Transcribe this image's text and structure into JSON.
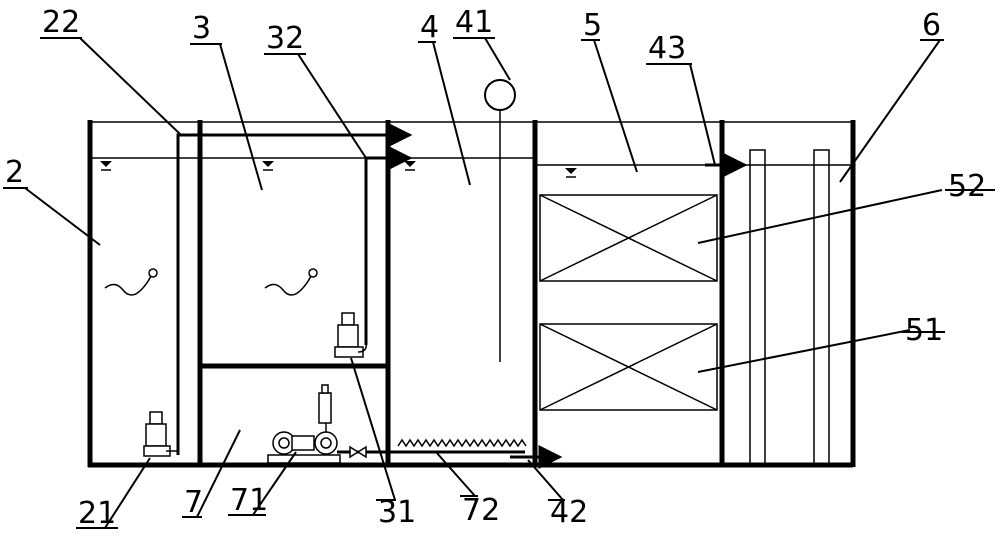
{
  "labels": {
    "l22": "22",
    "l3": "3",
    "l32": "32",
    "l4": "4",
    "l41": "41",
    "l5": "5",
    "l43": "43",
    "l6": "6",
    "l2": "2",
    "l52": "52",
    "l51": "51",
    "l21": "21",
    "l7": "7",
    "l71": "71",
    "l31": "31",
    "l72": "72",
    "l42": "42"
  }
}
